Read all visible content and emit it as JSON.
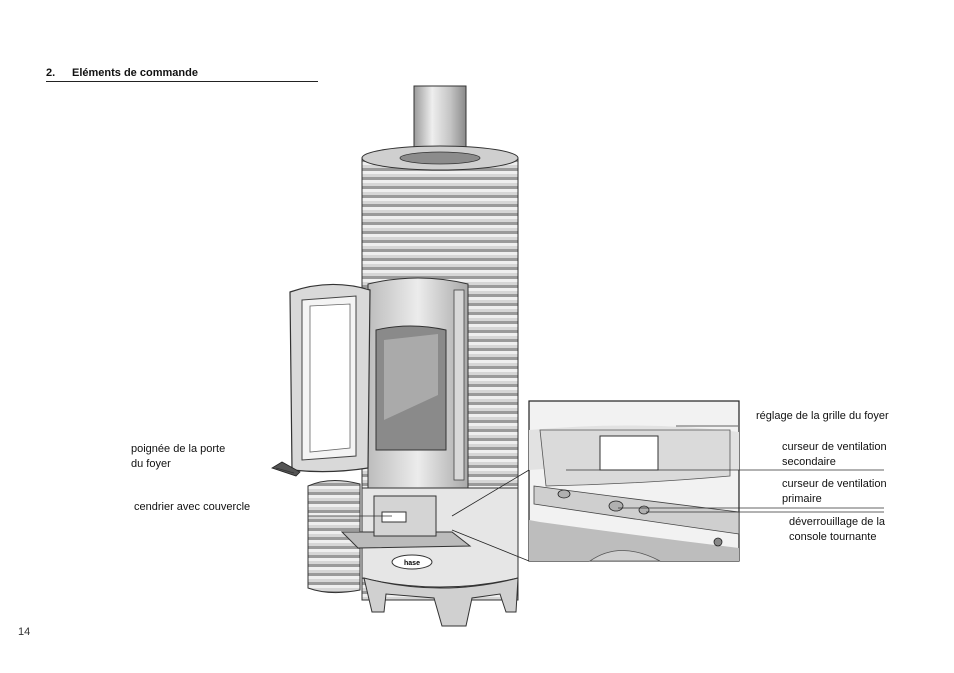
{
  "section": {
    "number": "2.",
    "title": "Eléments de commande"
  },
  "labels": {
    "door_handle_line1": "poignée de la porte",
    "door_handle_line2": "du foyer",
    "ash_pan": "cendrier avec couvercle",
    "grate_adjust": "réglage de la grille du foyer",
    "secondary_line1": "curseur de ventilation",
    "secondary_line2": "secondaire",
    "primary_line1": "curseur de ventilation",
    "primary_line2": "primaire",
    "unlock_line1": "déverrouillage de la",
    "unlock_line2": "console tournante"
  },
  "brand_logo": "hase",
  "page_number": "14"
}
